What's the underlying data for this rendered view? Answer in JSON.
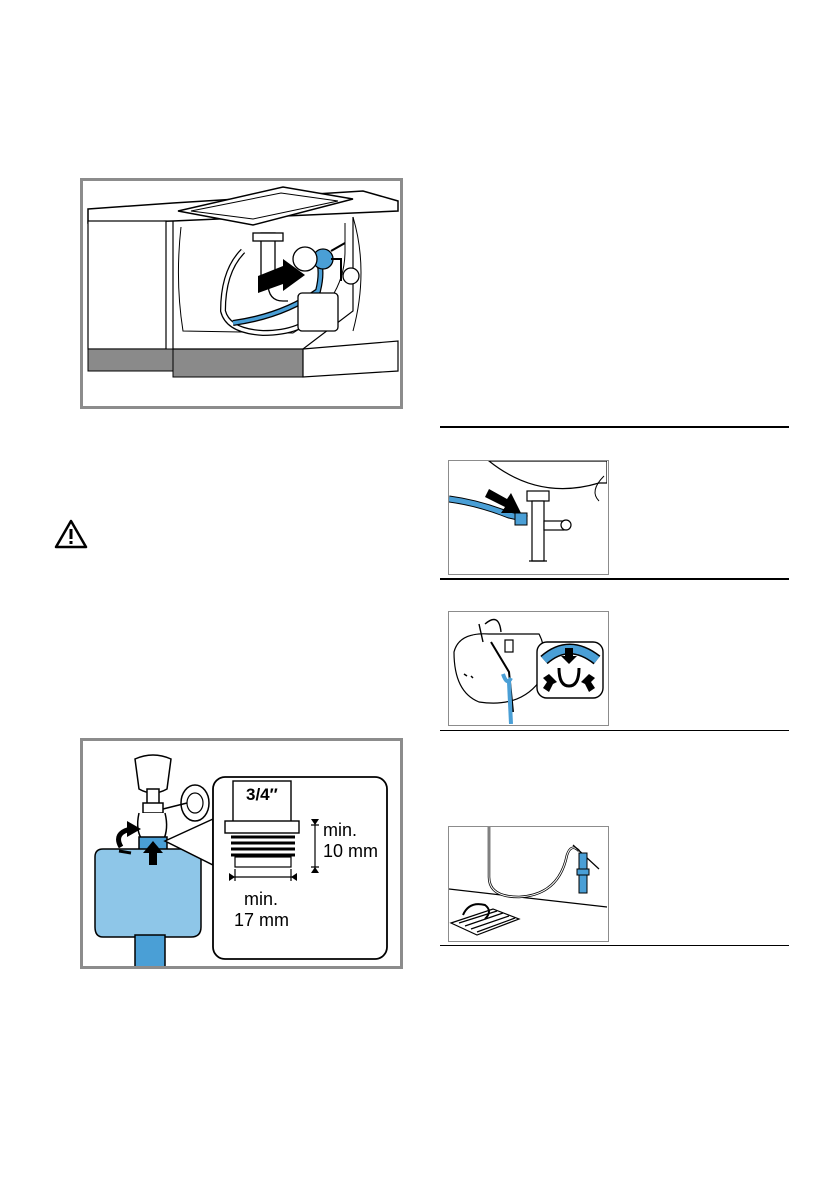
{
  "warning_icon": "warning-triangle-icon",
  "fitting": {
    "thread_size": "3/4″",
    "min_length_label": "min.",
    "min_length_value": "10 mm",
    "min_width_label": "min.",
    "min_width_value": "17 mm"
  },
  "colors": {
    "hose_blue": "#4a9fd6",
    "frame_gray": "#8c8c8c"
  }
}
